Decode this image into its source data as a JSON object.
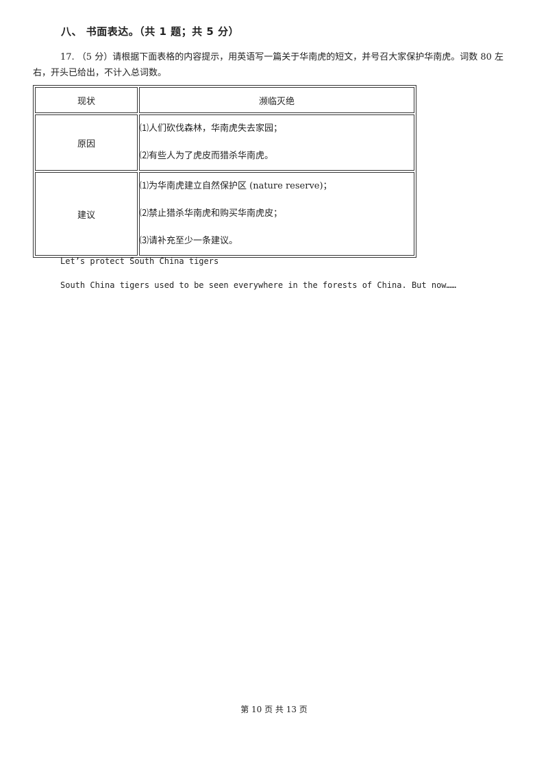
{
  "section": {
    "title": "八、 书面表达。（共 1 题；共 5 分）"
  },
  "question": {
    "text": "17. （5 分）请根据下面表格的内容提示，用英语写一篇关于华南虎的短文，并号召大家保护华南虎。词数 80 左右，开头已给出，不计入总词数。"
  },
  "table": {
    "header": {
      "label": "现状",
      "content": "濒临灭绝"
    },
    "reason": {
      "label": "原因",
      "items": [
        "⑴人们砍伐森林，华南虎失去家园；",
        "⑵有些人为了虎皮而猎杀华南虎。"
      ]
    },
    "advice": {
      "label": "建议",
      "items": [
        "⑴为华南虎建立自然保护区 (nature reserve)；",
        "⑵禁止猎杀华南虎和购买华南虎皮；",
        "⑶请补充至少一条建议。"
      ]
    }
  },
  "opening": {
    "title": "Let’s protect South China tigers",
    "first_line": "South China tigers used to be seen everywhere in the forests of China. But now……"
  },
  "footer": {
    "page_info": "第 10 页 共 13 页"
  }
}
